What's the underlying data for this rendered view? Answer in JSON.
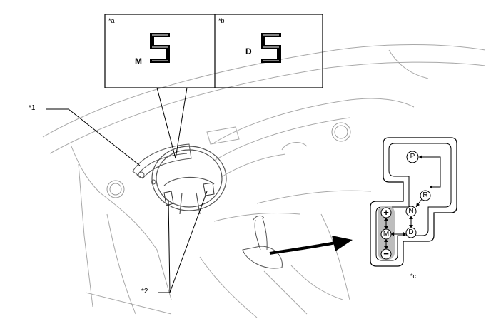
{
  "callouts": {
    "display_a": "*a",
    "display_b": "*b",
    "item_1": "*1",
    "item_2": "*2",
    "item_c": "*c"
  },
  "displays": {
    "a": {
      "mode_letter": "M",
      "gear_digit": "5"
    },
    "b": {
      "mode_letter": "D",
      "gear_digit": "5"
    }
  },
  "shift_gate": {
    "positions": [
      "P",
      "R",
      "N",
      "D",
      "M"
    ],
    "plus": "+",
    "minus": "−"
  },
  "colors": {
    "line": "#000000",
    "sketch": "#9a9a9a",
    "gate_fill": "#bdbdbd",
    "background": "#ffffff"
  }
}
